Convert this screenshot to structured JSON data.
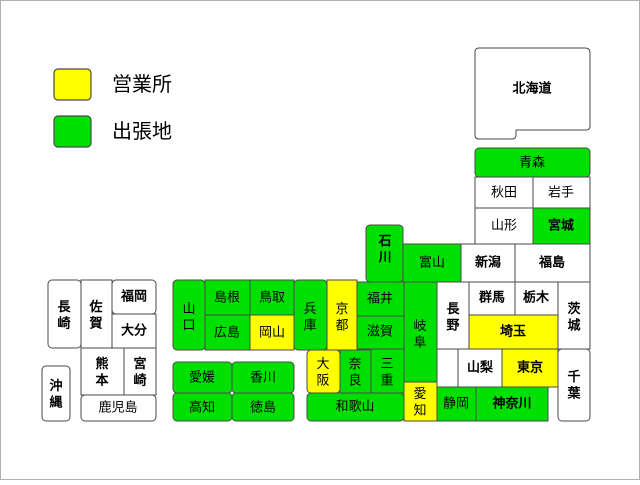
{
  "legend": {
    "office": {
      "label": "営業所",
      "color": "#ffff00"
    },
    "branch": {
      "label": "出張地",
      "color": "#00e000"
    }
  },
  "colors": {
    "none": "#ffffff",
    "stroke": "#4a4a4a",
    "office": "#ffff00",
    "branch": "#00e000"
  },
  "prefectures": {
    "hokkaido": {
      "name": "北海道",
      "status": "none"
    },
    "aomori": {
      "name": "青森",
      "status": "branch"
    },
    "akita": {
      "name": "秋田",
      "status": "none"
    },
    "iwate": {
      "name": "岩手",
      "status": "none"
    },
    "yamagata": {
      "name": "山形",
      "status": "none"
    },
    "miyagi": {
      "name": "宮城",
      "status": "branch"
    },
    "ishikawa": {
      "name": "石川",
      "status": "branch"
    },
    "toyama": {
      "name": "富山",
      "status": "branch"
    },
    "niigata": {
      "name": "新潟",
      "status": "none"
    },
    "fukushima": {
      "name": "福島",
      "status": "none"
    },
    "nagano": {
      "name": "長野",
      "status": "none"
    },
    "gunma": {
      "name": "群馬",
      "status": "none"
    },
    "tochigi": {
      "name": "栃木",
      "status": "none"
    },
    "ibaraki": {
      "name": "茨城",
      "status": "none"
    },
    "saitama": {
      "name": "埼玉",
      "status": "office"
    },
    "yamanashi": {
      "name": "山梨",
      "status": "none"
    },
    "tokyo": {
      "name": "東京",
      "status": "office"
    },
    "chiba": {
      "name": "千葉",
      "status": "none"
    },
    "shizuoka": {
      "name": "静岡",
      "status": "branch"
    },
    "kanagawa": {
      "name": "神奈川",
      "status": "branch"
    },
    "gifu": {
      "name": "岐阜",
      "status": "branch"
    },
    "aichi": {
      "name": "愛知",
      "status": "office"
    },
    "fukui": {
      "name": "福井",
      "status": "branch"
    },
    "shiga": {
      "name": "滋賀",
      "status": "branch"
    },
    "kyoto": {
      "name": "京都",
      "status": "office"
    },
    "hyogo": {
      "name": "兵庫",
      "status": "branch"
    },
    "osaka": {
      "name": "大阪",
      "status": "office"
    },
    "nara": {
      "name": "奈良",
      "status": "branch"
    },
    "mie": {
      "name": "三重",
      "status": "branch"
    },
    "wakayama": {
      "name": "和歌山",
      "status": "branch"
    },
    "tottori": {
      "name": "鳥取",
      "status": "branch"
    },
    "shimane": {
      "name": "島根",
      "status": "branch"
    },
    "okayama": {
      "name": "岡山",
      "status": "office"
    },
    "hiroshima": {
      "name": "広島",
      "status": "branch"
    },
    "yamaguchi": {
      "name": "山口",
      "status": "branch"
    },
    "ehime": {
      "name": "愛媛",
      "status": "branch"
    },
    "kagawa": {
      "name": "香川",
      "status": "branch"
    },
    "kochi": {
      "name": "高知",
      "status": "branch"
    },
    "tokushima": {
      "name": "徳島",
      "status": "branch"
    },
    "fukuoka": {
      "name": "福岡",
      "status": "none"
    },
    "saga": {
      "name": "佐賀",
      "status": "none"
    },
    "nagasaki": {
      "name": "長崎",
      "status": "none"
    },
    "oita": {
      "name": "大分",
      "status": "none"
    },
    "kumamoto": {
      "name": "熊本",
      "status": "none"
    },
    "miyazaki": {
      "name": "宮崎",
      "status": "none"
    },
    "kagoshima": {
      "name": "鹿児島",
      "status": "none"
    },
    "okinawa": {
      "name": "沖縄",
      "status": "none"
    }
  }
}
